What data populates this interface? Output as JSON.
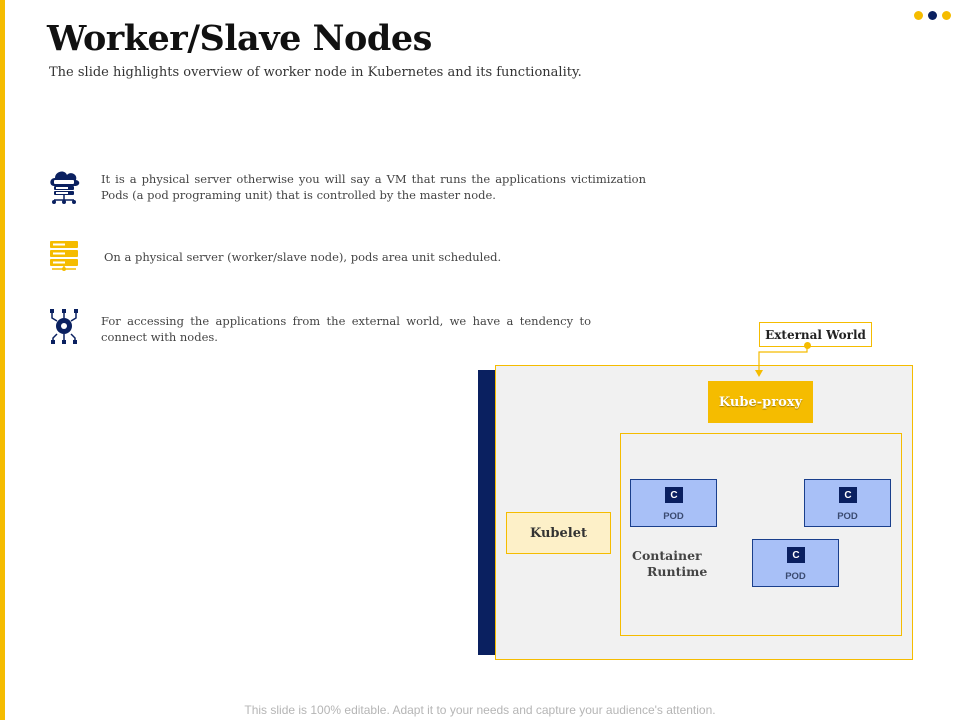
{
  "slide": {
    "title": "Worker/Slave Nodes",
    "subtitle": "The slide highlights overview of worker node in Kubernetes and its functionality.",
    "footer": "This slide is 100% editable. Adapt it to your needs and capture your audience's attention."
  },
  "points": [
    {
      "icon": "cloud-server-icon",
      "text": "It is a physical server otherwise you will say a VM that runs the applications victimization Pods (a pod programing  unit) that is controlled by the master node."
    },
    {
      "icon": "server-rack-icon",
      "text": "On a physical server  (worker/slave node), pods area unit scheduled."
    },
    {
      "icon": "network-gear-icon",
      "text": "For accessing the applications from the external  world, we have a tendency to connect with nodes."
    }
  ],
  "diagram": {
    "external_world": "External World",
    "kube_proxy": "Kube-proxy",
    "kubelet": "Kubelet",
    "container_runtime_line1": "Container",
    "container_runtime_line2": "Runtime",
    "pods": [
      {
        "badge": "C",
        "label": "POD"
      },
      {
        "badge": "C",
        "label": "POD"
      },
      {
        "badge": "C",
        "label": "POD"
      }
    ]
  },
  "colors": {
    "accent_yellow": "#f5bc00",
    "navy": "#0a2060",
    "pod_blue": "#a8c0f7"
  }
}
